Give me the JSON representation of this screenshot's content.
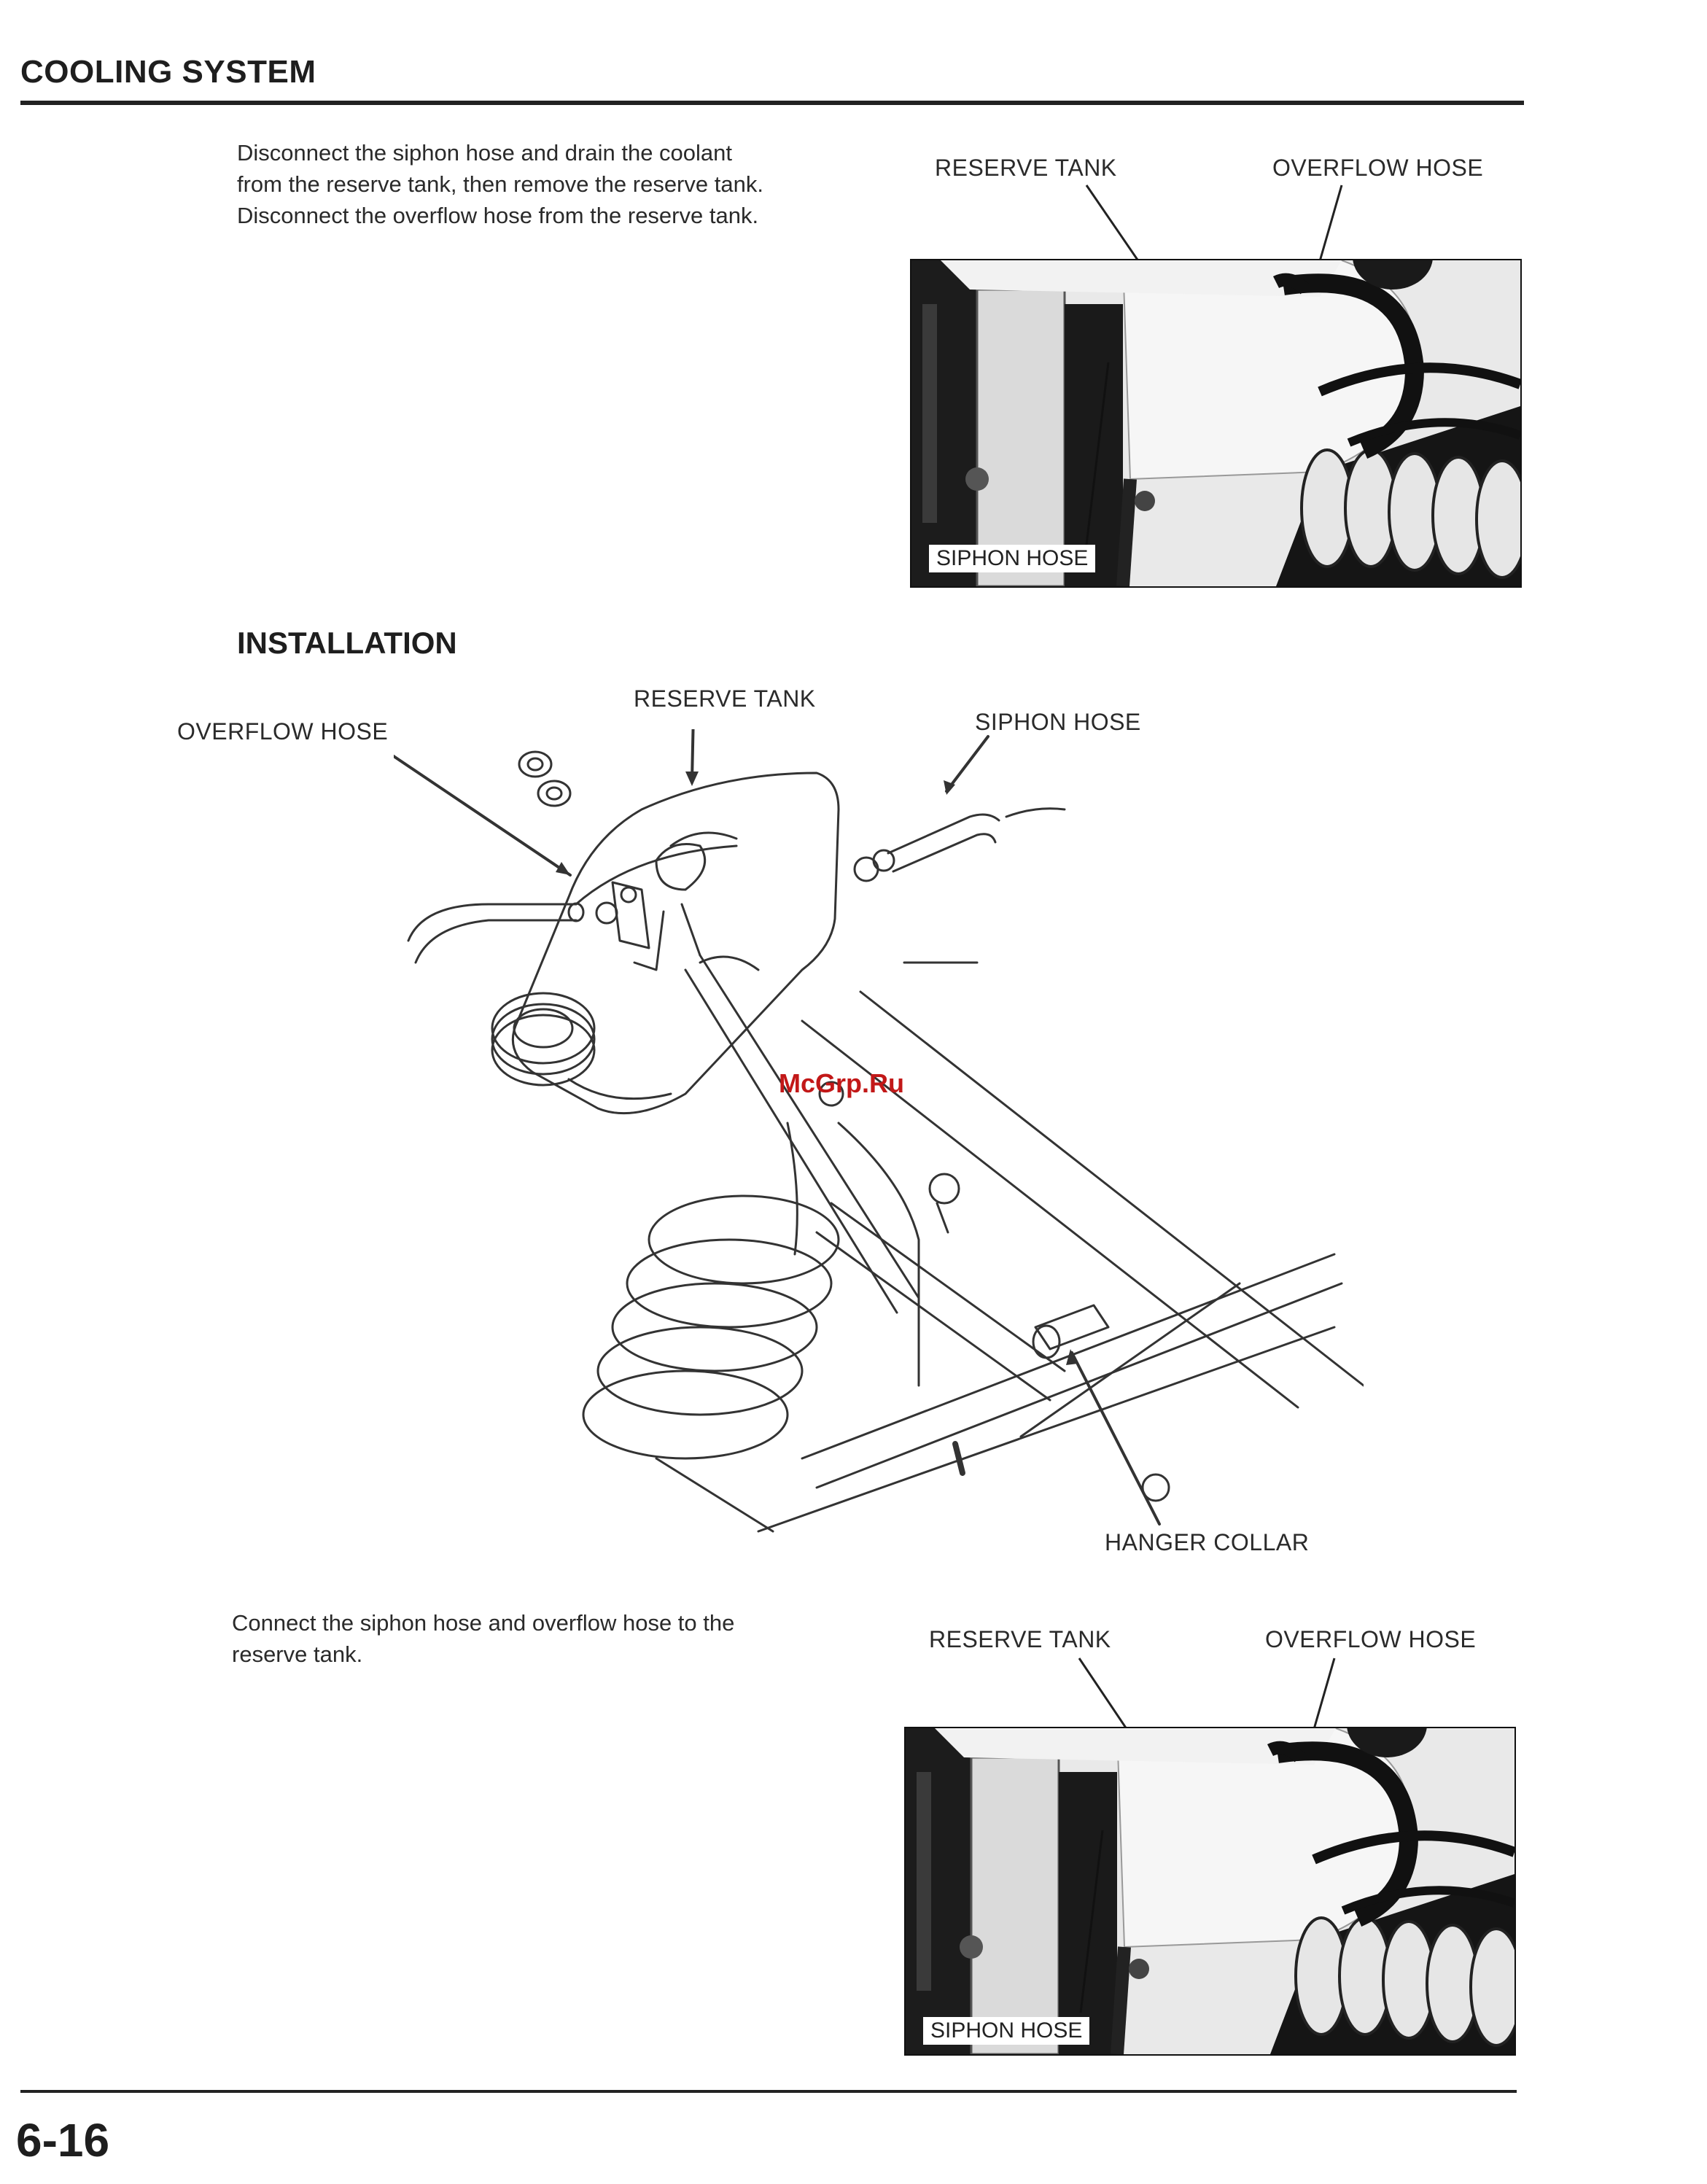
{
  "header": {
    "title": "COOLING SYSTEM"
  },
  "removal": {
    "instruction_lines": [
      "Disconnect the siphon hose and drain the coolant",
      "from the reserve tank, then remove the reserve tank.",
      "Disconnect the overflow hose from the reserve tank."
    ],
    "photo": {
      "reserve_tank_label": "RESERVE TANK",
      "overflow_hose_label": "OVERFLOW HOSE",
      "siphon_hose_label": "SIPHON HOSE"
    }
  },
  "installation": {
    "heading": "INSTALLATION",
    "diagram": {
      "reserve_tank_label": "RESERVE TANK",
      "overflow_hose_label": "OVERFLOW HOSE",
      "siphon_hose_label": "SIPHON HOSE",
      "hanger_collar_label": "HANGER COLLAR"
    },
    "instruction_lines": [
      "Connect the siphon hose and overflow hose to the",
      "reserve tank."
    ],
    "photo": {
      "reserve_tank_label": "RESERVE TANK",
      "overflow_hose_label": "OVERFLOW HOSE",
      "siphon_hose_label": "SIPHON HOSE"
    }
  },
  "watermark": "McGrp.Ru",
  "footer": {
    "page_number": "6-16"
  }
}
